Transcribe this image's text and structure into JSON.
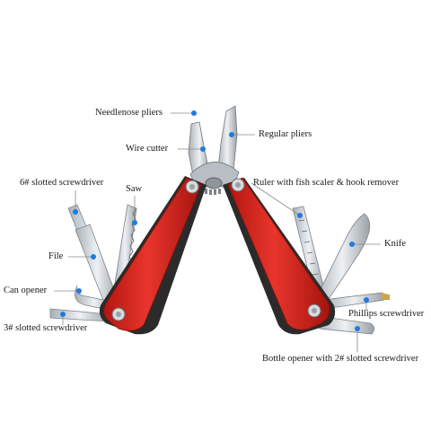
{
  "labels": {
    "needlenose_pliers": "Needlenose pliers",
    "regular_pliers": "Regular pliers",
    "wire_cutter": "Wire cutter",
    "slotted_6": "6# slotted screwdriver",
    "saw": "Saw",
    "ruler": "Ruler with fish scaler & hook remover",
    "file": "File",
    "knife": "Knife",
    "can_opener": "Can opener",
    "phillips": "Phillips screwdriver",
    "slotted_3": "3# slotted screwdriver",
    "bottle_opener": "Bottle opener with 2# slotted screwdriver"
  },
  "colors": {
    "handle_red": "#d8231c",
    "handle_dark": "#2b2b2b",
    "steel": "#c9ced3",
    "steel_dark": "#8f969c",
    "marker": "#1e7be0",
    "leader": "#8a8a8a"
  }
}
